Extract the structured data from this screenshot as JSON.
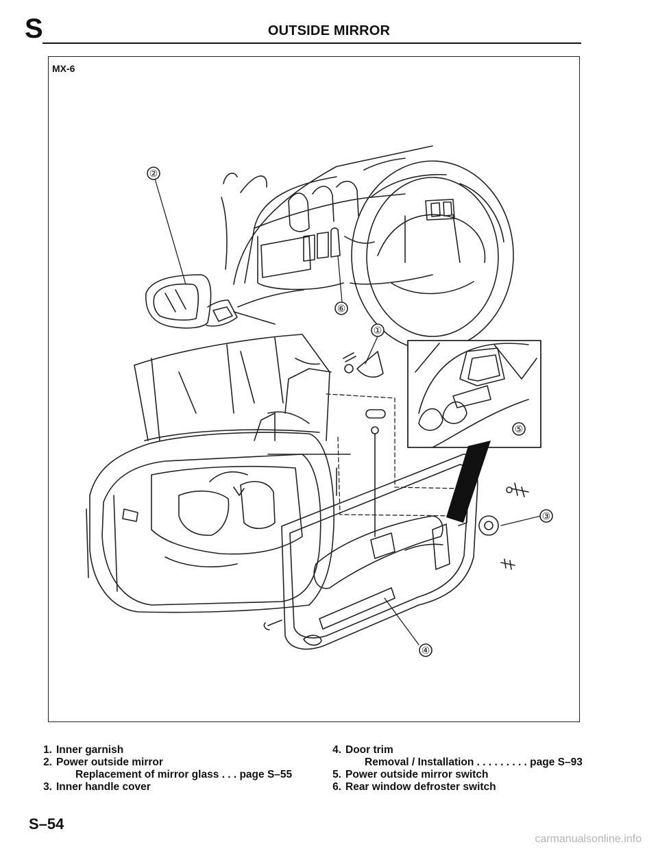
{
  "header": {
    "section_letter": "S",
    "title": "OUTSIDE MIRROR"
  },
  "figure": {
    "model_label": "MX-6",
    "callouts": [
      "①",
      "②",
      "③",
      "④",
      "⑤",
      "⑥"
    ]
  },
  "legend": {
    "left": [
      {
        "num": "1.",
        "text": "Inner garnish"
      },
      {
        "num": "2.",
        "text": "Power outside mirror"
      },
      {
        "sub": "Replacement of mirror glass . . . page S–55"
      },
      {
        "num": "3.",
        "text": "Inner handle cover"
      }
    ],
    "right": [
      {
        "num": "4.",
        "text": "Door trim"
      },
      {
        "sub": "Removal / Installation . . . . . . . . . page S–93"
      },
      {
        "num": "5.",
        "text": "Power outside mirror switch"
      },
      {
        "num": "6.",
        "text": "Rear window defroster switch"
      }
    ]
  },
  "footer": {
    "page_number": "S–54",
    "watermark": "carmanualsonline.info"
  }
}
